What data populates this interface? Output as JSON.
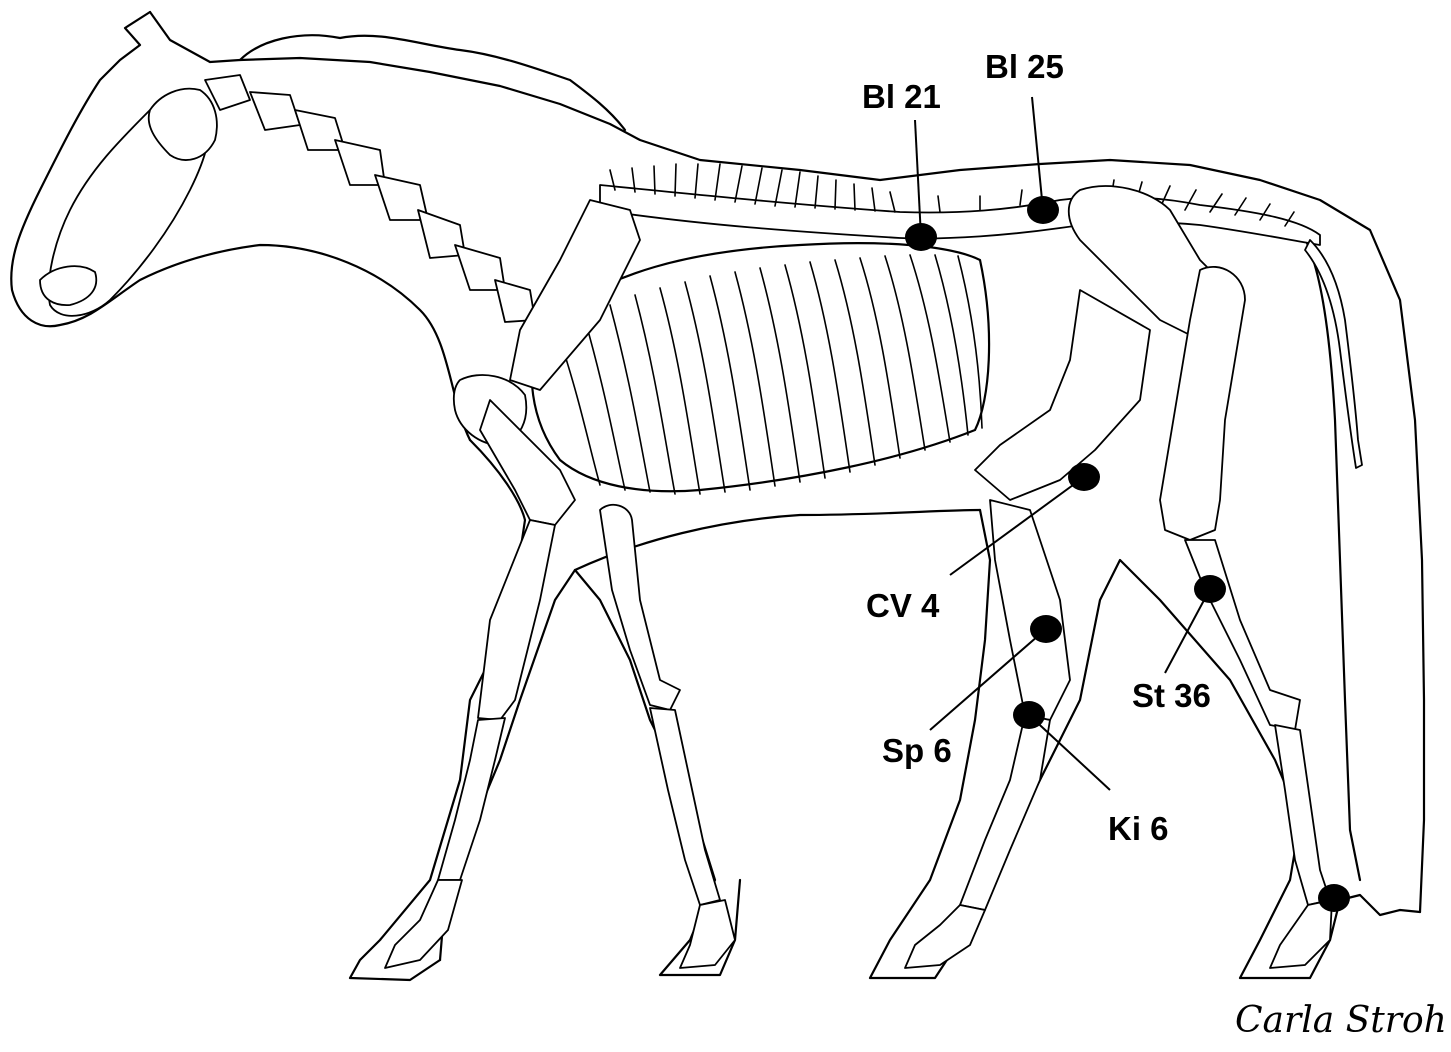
{
  "points": [
    {
      "id": "bl21",
      "label": "Bl 21"
    },
    {
      "id": "bl25",
      "label": "Bl 25"
    },
    {
      "id": "cv4",
      "label": "CV 4"
    },
    {
      "id": "sp6",
      "label": "Sp 6"
    },
    {
      "id": "ki6",
      "label": "Ki 6"
    },
    {
      "id": "st36",
      "label": "St 36"
    }
  ],
  "signature": "Carla Stroh",
  "colors": {
    "line": "#000000",
    "point": "#000000",
    "background": "#ffffff"
  }
}
